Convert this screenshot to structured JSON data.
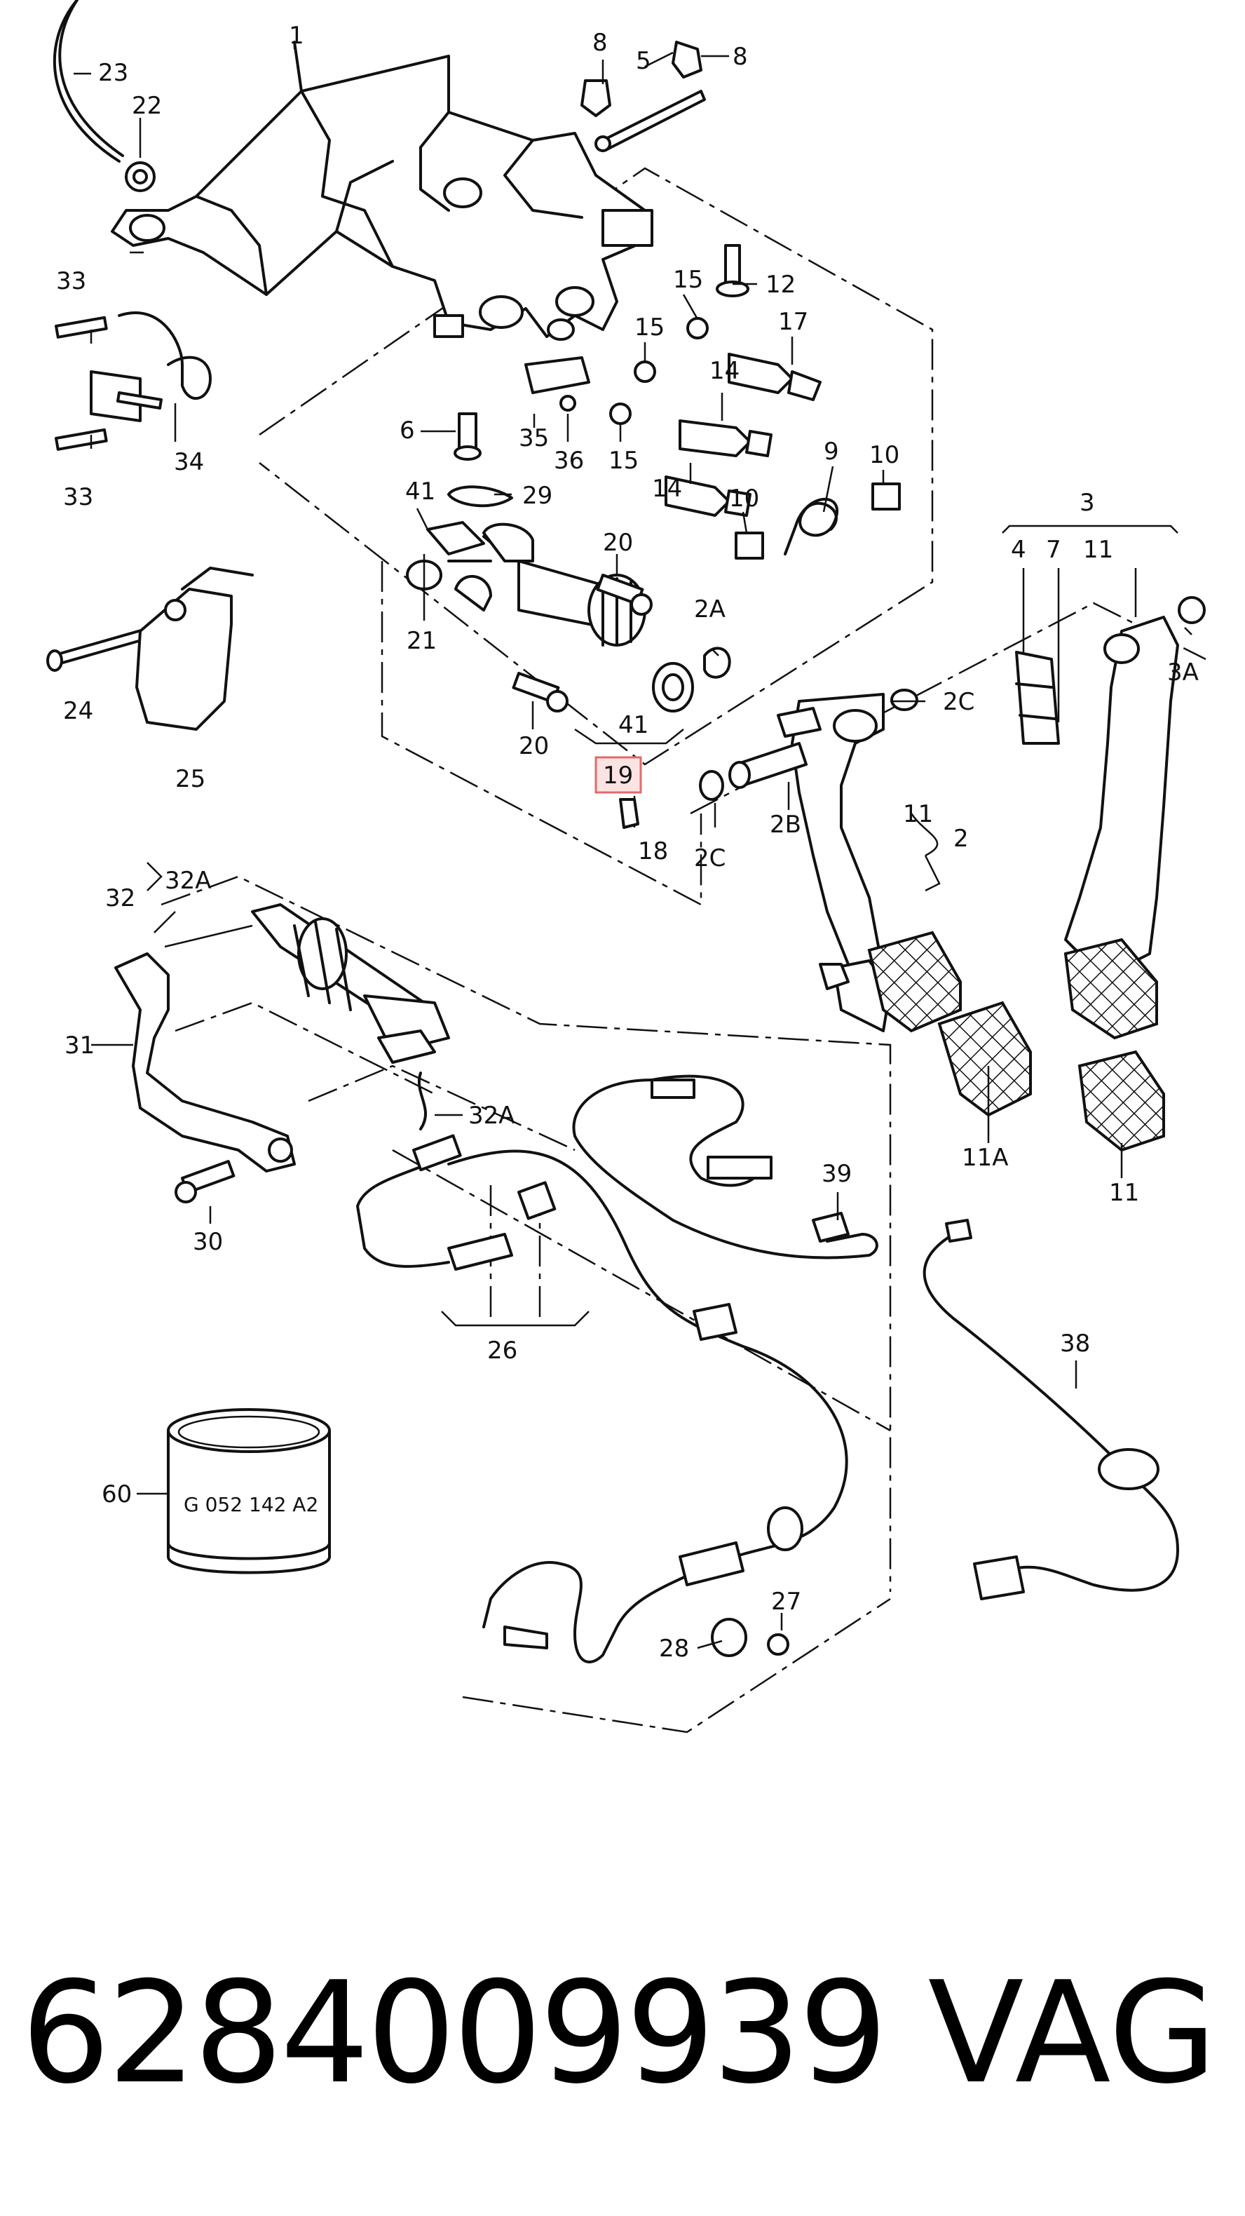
{
  "callouts": {
    "c1": "1",
    "c2": "2",
    "c2A": "2A",
    "c2B": "2B",
    "c2C_a": "2C",
    "c2C_b": "2C",
    "c3": "3",
    "c3A": "3A",
    "c4": "4",
    "c5": "5",
    "c6": "6",
    "c7": "7",
    "c8_a": "8",
    "c8_b": "8",
    "c9": "9",
    "c10_a": "10",
    "c10_b": "10",
    "c11_a": "11",
    "c11_b": "11",
    "c11_c": "11",
    "c11A": "11A",
    "c12": "12",
    "c14_a": "14",
    "c14_b": "14",
    "c15_a": "15",
    "c15_b": "15",
    "c15_c": "15",
    "c17": "17",
    "c18": "18",
    "c19": "19",
    "c20_a": "20",
    "c20_b": "20",
    "c21": "21",
    "c22": "22",
    "c23": "23",
    "c24": "24",
    "c25": "25",
    "c26": "26",
    "c27": "27",
    "c28": "28",
    "c29": "29",
    "c30": "30",
    "c31": "31",
    "c32": "32",
    "c32A_a": "32A",
    "c32A_b": "32A",
    "c33_a": "33",
    "c33_b": "33",
    "c34": "34",
    "c35": "35",
    "c36": "36",
    "c38": "38",
    "c39": "39",
    "c41_a": "41",
    "c41_b": "41",
    "c60": "60"
  },
  "grease_label": "G 052 142 A2",
  "part_number": "6284009939",
  "brand": "VAG",
  "highlight_color": "#e06b6b"
}
